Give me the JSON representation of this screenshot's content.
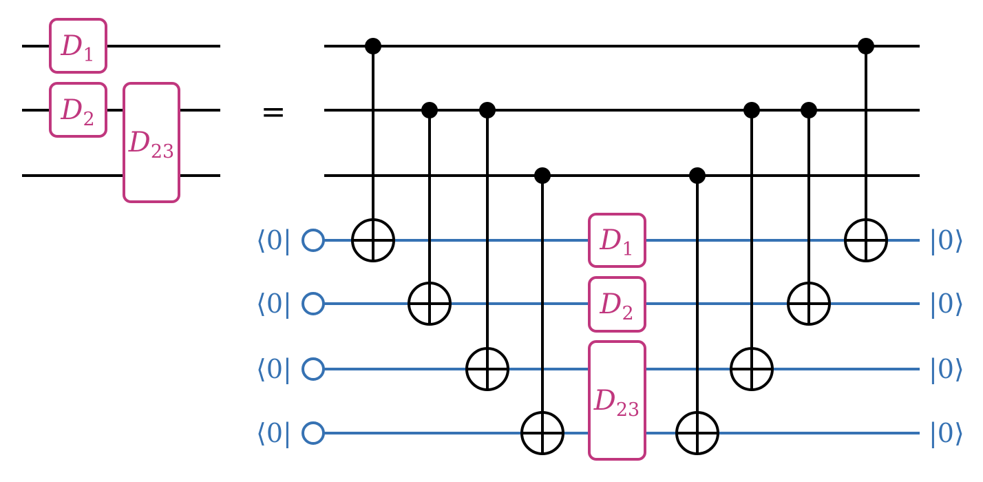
{
  "colors": {
    "gate": "#c0377e",
    "ancilla": "#3672b3",
    "wire": "#000000"
  },
  "left": {
    "gates": [
      {
        "base": "D",
        "sub": "1"
      },
      {
        "base": "D",
        "sub": "2"
      },
      {
        "base": "D",
        "sub": "23"
      }
    ]
  },
  "equals": "=",
  "right": {
    "gates": [
      {
        "base": "D",
        "sub": "1"
      },
      {
        "base": "D",
        "sub": "2"
      },
      {
        "base": "D",
        "sub": "23"
      }
    ],
    "ancillas": [
      {
        "bra": "⟨0|",
        "ket": "|0⟩"
      },
      {
        "bra": "⟨0|",
        "ket": "|0⟩"
      },
      {
        "bra": "⟨0|",
        "ket": "|0⟩"
      },
      {
        "bra": "⟨0|",
        "ket": "|0⟩"
      }
    ],
    "cnots": [
      {
        "control": 0,
        "target": 0
      },
      {
        "control": 1,
        "target": 1
      },
      {
        "control": 1,
        "target": 2
      },
      {
        "control": 2,
        "target": 3
      },
      {
        "control": 2,
        "target": 3
      },
      {
        "control": 1,
        "target": 2
      },
      {
        "control": 1,
        "target": 1
      },
      {
        "control": 0,
        "target": 0
      }
    ]
  }
}
